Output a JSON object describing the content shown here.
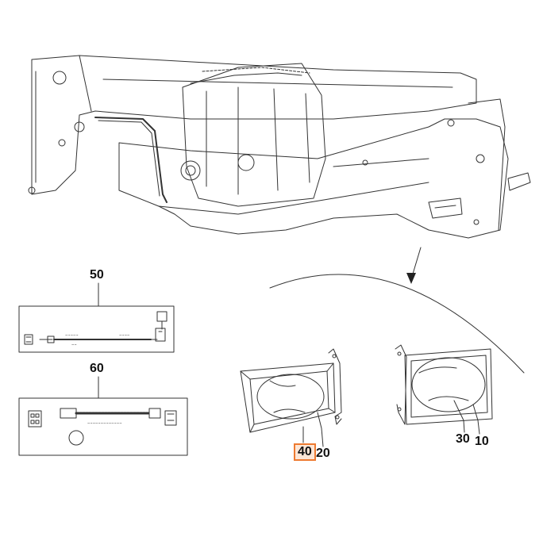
{
  "callouts": {
    "c50": "50",
    "c60": "60",
    "c40": "40",
    "c20": "20",
    "c30": "30",
    "c10": "10"
  },
  "highlight": {
    "color": "#ee7a30",
    "fill": "#fde6d6",
    "item": "40"
  },
  "icons": [
    "vehicle-outline",
    "wiring-harness",
    "work-light-left",
    "work-light-right",
    "view-arrow"
  ]
}
